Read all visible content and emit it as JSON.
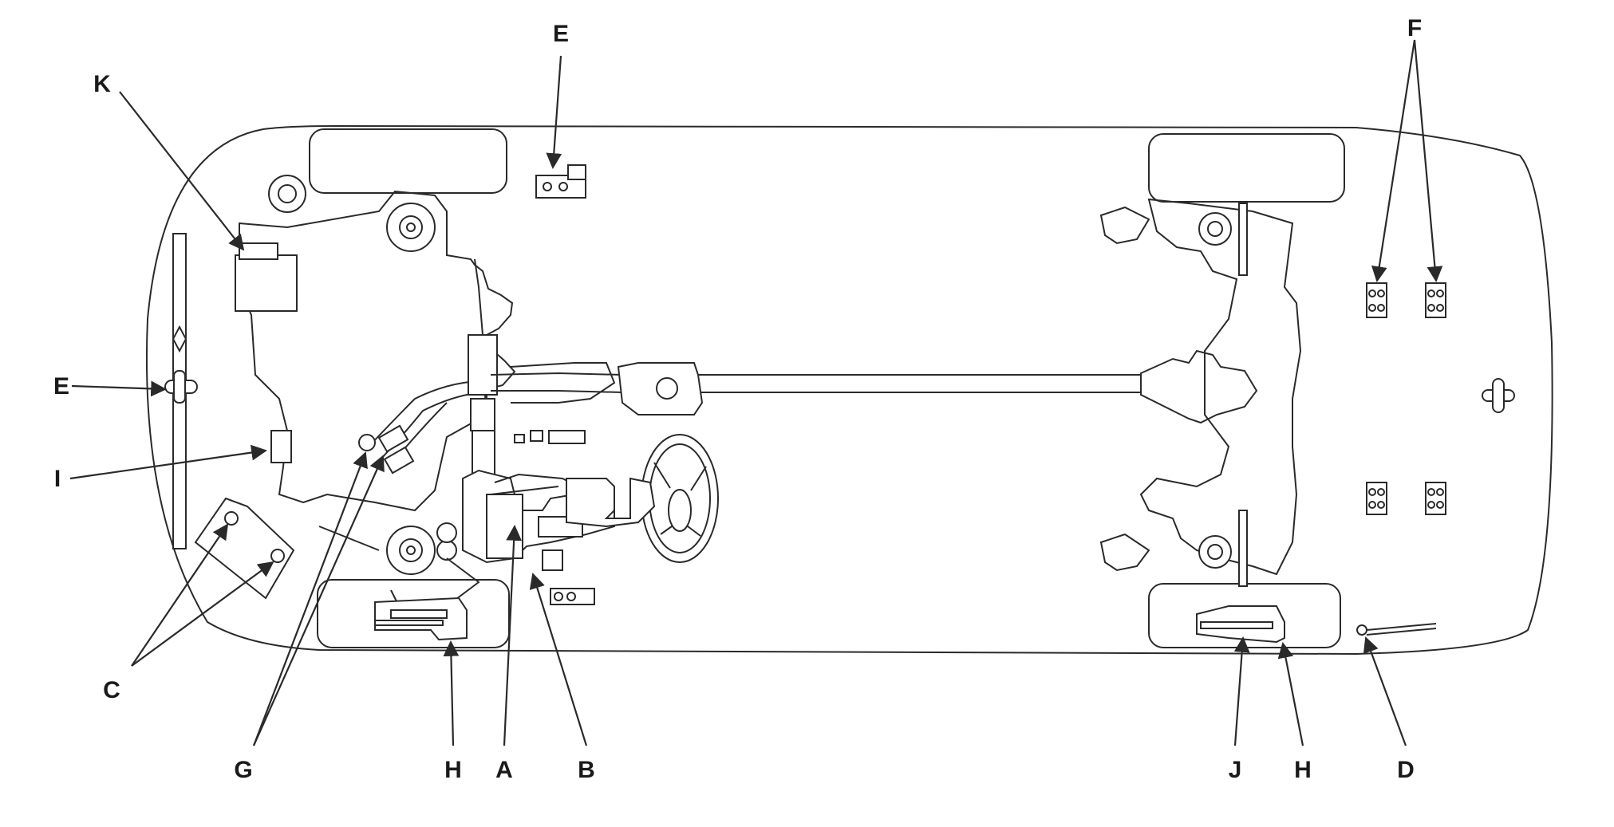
{
  "callouts": [
    {
      "id": "K",
      "text": "K"
    },
    {
      "id": "E_top",
      "text": "E"
    },
    {
      "id": "E_left",
      "text": "E"
    },
    {
      "id": "I",
      "text": "I"
    },
    {
      "id": "C",
      "text": "C"
    },
    {
      "id": "G",
      "text": "G"
    },
    {
      "id": "H_front",
      "text": "H"
    },
    {
      "id": "A",
      "text": "A"
    },
    {
      "id": "B",
      "text": "B"
    },
    {
      "id": "F",
      "text": "F"
    },
    {
      "id": "J",
      "text": "J"
    },
    {
      "id": "H_rear",
      "text": "H"
    },
    {
      "id": "D",
      "text": "D"
    }
  ],
  "colors": {
    "line": "#2a2a2a",
    "label": "#1a1a1a",
    "background": "#ffffff"
  }
}
